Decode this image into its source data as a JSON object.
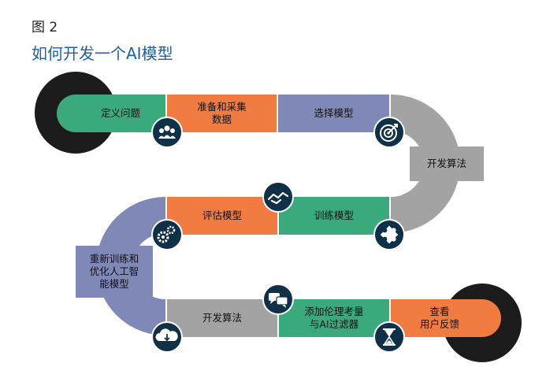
{
  "figure": {
    "label": "图 2",
    "title": "如何开发一个AI模型"
  },
  "steps": {
    "define_problem": "定义问题",
    "prepare_collect_l1": "准备和采集",
    "prepare_collect_l2": "数据",
    "select_model": "选择模型",
    "develop_algorithm": "开发算法",
    "train_model": "训练模型",
    "evaluate_model": "评估模型",
    "retrain_l1": "重新训练和",
    "retrain_l2": "优化人工智",
    "retrain_l3": "能模型",
    "develop_algorithm_2": "开发算法",
    "ethics_l1": "添加伦理考量",
    "ethics_l2": "与AI过滤器",
    "review_l1": "查看",
    "review_l2": "用户反馈"
  },
  "colors": {
    "green": "#3aaa7d",
    "orange": "#f07c41",
    "purple": "#8088b7",
    "gray": "#a3a3a3",
    "dark": "#0f3047",
    "black": "#1c1c1c"
  },
  "icons": [
    "team-icon",
    "target-icon",
    "handshake-icon",
    "gears-icon",
    "puzzle-icon",
    "cloud-sync-icon",
    "chat-icon",
    "hourglass-icon"
  ]
}
